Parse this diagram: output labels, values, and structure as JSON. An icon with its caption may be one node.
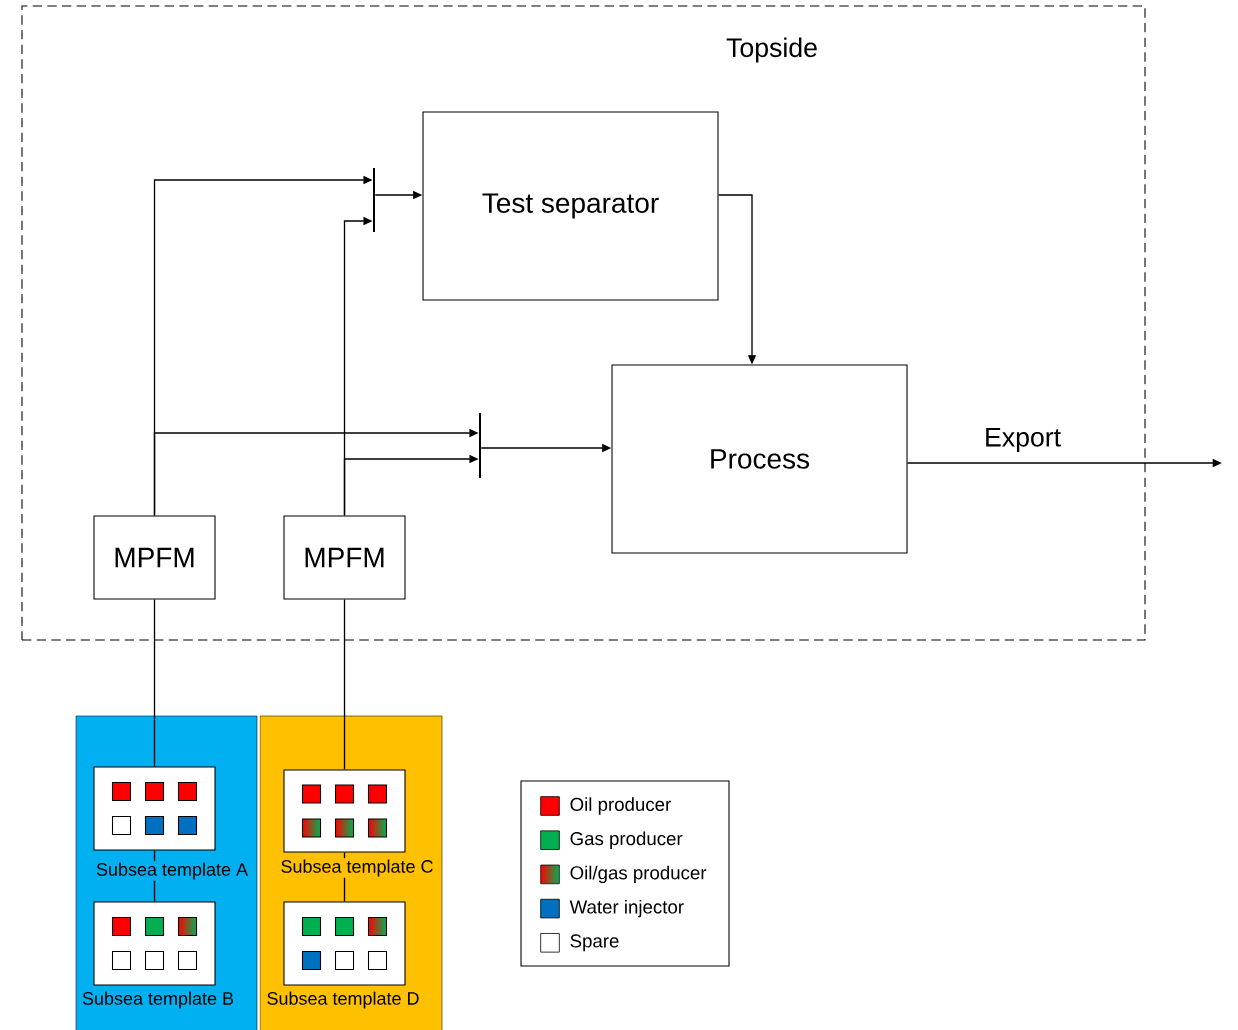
{
  "diagram": {
    "nodes": [
      {
        "text": [
          "Topside"
        ]
      },
      {
        "text": [
          "Test separator"
        ],
        "in": 0
      },
      {
        "text": [
          "Process"
        ],
        "in": 0
      },
      {
        "text": [
          "MPFM"
        ],
        "in": 0
      },
      {
        "text": [
          "MPFM"
        ],
        "in": 0
      },
      {
        "text": [],
        "shape": "bar",
        "in": 0
      },
      {
        "text": [],
        "shape": "bar",
        "in": 0
      },
      {
        "text": [],
        "shape": "box"
      },
      {
        "text": [],
        "shape": "box"
      },
      {
        "text": [
          "Subsea template A"
        ],
        "in": 7
      },
      {
        "text": [
          "Subsea template B"
        ],
        "in": 7
      },
      {
        "text": [
          "Subsea template C"
        ],
        "in": 8
      },
      {
        "text": [
          "Subsea template D"
        ],
        "in": 8
      }
    ],
    "edges": [
      {
        "from": 3,
        "to": 5,
        "arrow": "to"
      },
      {
        "from": 4,
        "to": 5,
        "arrow": "to"
      },
      {
        "from": 5,
        "to": 1,
        "arrow": "to"
      },
      {
        "from": 3,
        "to": 6,
        "arrow": "to"
      },
      {
        "from": 4,
        "to": 6,
        "arrow": "to"
      },
      {
        "from": 6,
        "to": 2,
        "arrow": "to"
      },
      {
        "from": 1,
        "to": 2,
        "arrow": "to"
      },
      {
        "from": 2,
        "to": null,
        "arrow": "to",
        "label": "Export"
      },
      {
        "from": 9,
        "to": 3,
        "arrow": "none"
      },
      {
        "from": 10,
        "to": 9,
        "arrow": "none"
      },
      {
        "from": 11,
        "to": 4,
        "arrow": "none"
      },
      {
        "from": 12,
        "to": 11,
        "arrow": "none"
      }
    ],
    "legend": [
      {
        "text": "Oil producer",
        "color": "#ff0000"
      },
      {
        "text": "Gas producer",
        "color": "#00b050"
      },
      {
        "text": "Oil/gas producer"
      },
      {
        "text": "Water injector",
        "color": "#0070c0"
      },
      {
        "text": "Spare"
      }
    ]
  }
}
